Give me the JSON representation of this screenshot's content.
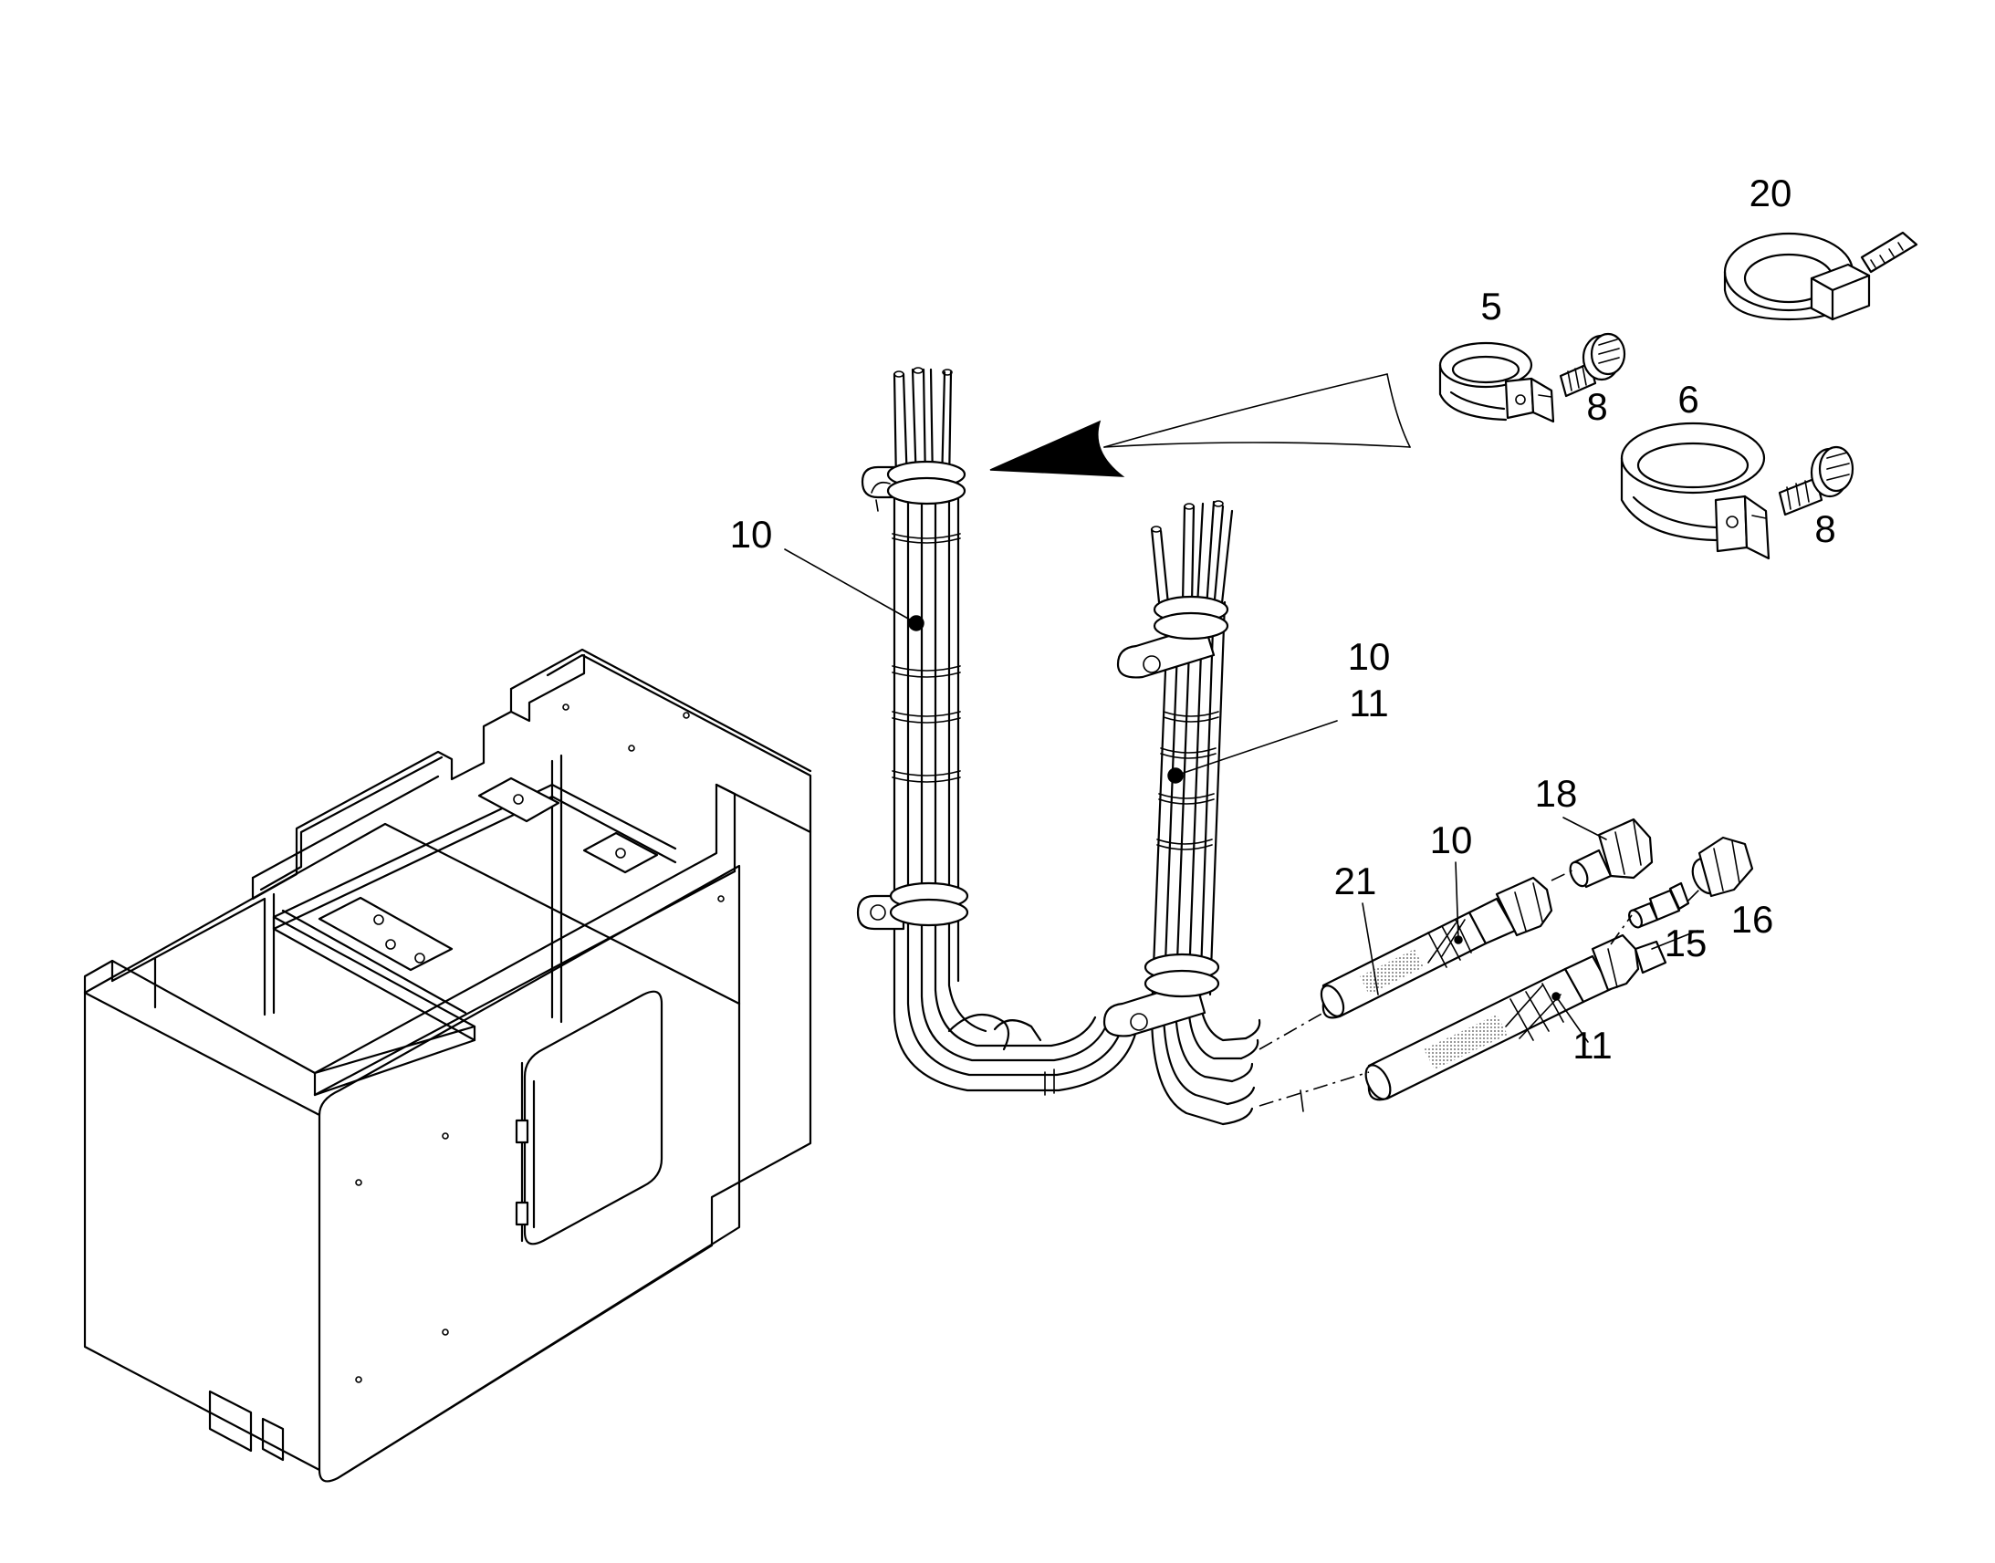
{
  "callouts": {
    "c20": "20",
    "c5": "5",
    "c8a": "8",
    "c6": "6",
    "c8b": "8",
    "c10a": "10",
    "c10b": "10",
    "c11a": "11",
    "c18": "18",
    "c10c": "10",
    "c21": "21",
    "c15": "15",
    "c16": "16",
    "c11b": "11"
  }
}
